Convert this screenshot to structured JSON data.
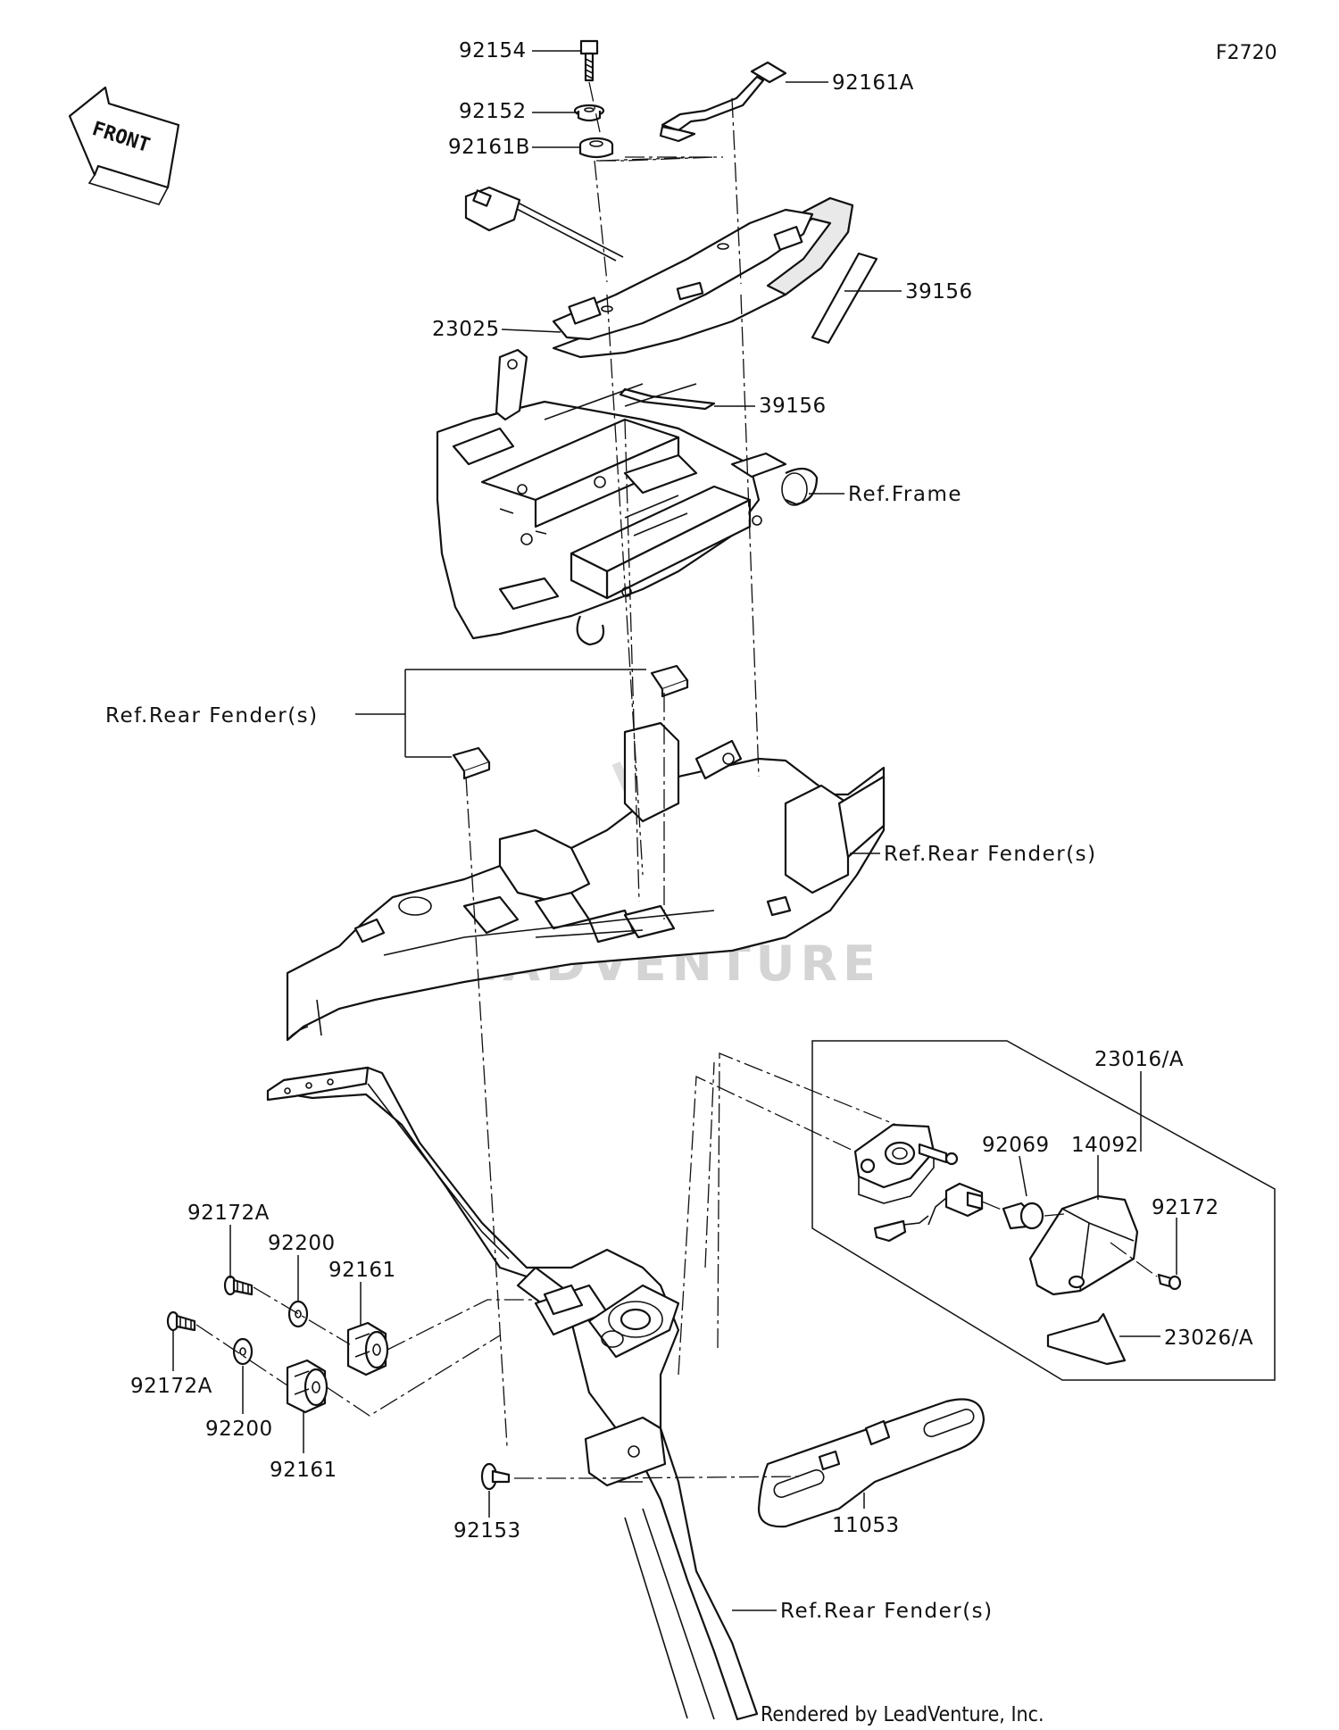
{
  "figure_id": "F2720",
  "front_label": "FRONT",
  "watermark": "LEADVENTURE",
  "credit": "Rendered by LeadVenture, Inc.",
  "labels": {
    "p92154": "92154",
    "p92161A": "92161A",
    "p92152": "92152",
    "p92161B": "92161B",
    "p39156_top": "39156",
    "p23025": "23025",
    "p39156_mid": "39156",
    "ref_frame": "Ref.Frame",
    "ref_rear_fender_1": "Ref.Rear Fender(s)",
    "ref_rear_fender_2": "Ref.Rear Fender(s)",
    "p23016A": "23016/A",
    "p92069": "92069",
    "p14092": "14092",
    "p92172": "92172",
    "p23026A": "23026/A",
    "p92172A_1": "92172A",
    "p92200_1": "92200",
    "p92161_1": "92161",
    "p92172A_2": "92172A",
    "p92200_2": "92200",
    "p92161_2": "92161",
    "p92153": "92153",
    "p11053": "11053",
    "ref_rear_fender_3": "Ref.Rear Fender(s)"
  }
}
